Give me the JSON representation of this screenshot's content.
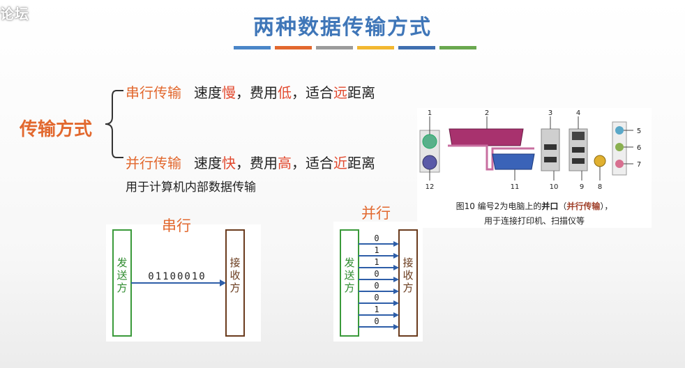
{
  "watermark": "论坛",
  "title": "两种数据传输方式",
  "colors": [
    "#4a86c8",
    "#e2682e",
    "#9b9b9b",
    "#f2b730",
    "#3f6fb0",
    "#6aa84f"
  ],
  "main_label": "传输方式",
  "serial": {
    "name": "串行传输",
    "p1": "速度",
    "speed": "慢",
    "p2": "，费用",
    "cost": "低",
    "p3": "，适合",
    "dist": "远",
    "p4": "距离"
  },
  "parallel": {
    "name": "并行传输",
    "p1": "速度",
    "speed": "快",
    "p2": "，费用",
    "cost": "高",
    "p3": "，适合",
    "dist": "近",
    "p4": "距离",
    "note": "用于计算机内部数据传输"
  },
  "serial_diagram": {
    "title": "串行",
    "sender": "发送方",
    "receiver": "接收方",
    "bits": "01100010"
  },
  "parallel_diagram": {
    "title": "并行",
    "sender": "发送方",
    "receiver": "接收方",
    "bits": [
      "0",
      "1",
      "1",
      "0",
      "0",
      "0",
      "1",
      "0"
    ]
  },
  "photo": {
    "numbers_top": [
      "1",
      "2",
      "3",
      "4"
    ],
    "numbers_bottom": [
      "12",
      "11",
      "10",
      "9",
      "8"
    ],
    "numbers_right": [
      "5",
      "6",
      "7"
    ],
    "caption_prefix": "图10  编号2为电脑上的",
    "caption_bold": "并口",
    "caption_paren_open": "（",
    "caption_bold2": "并行传输",
    "caption_paren_close": "），",
    "caption_line2": "用于连接打印机、扫描仪等"
  }
}
